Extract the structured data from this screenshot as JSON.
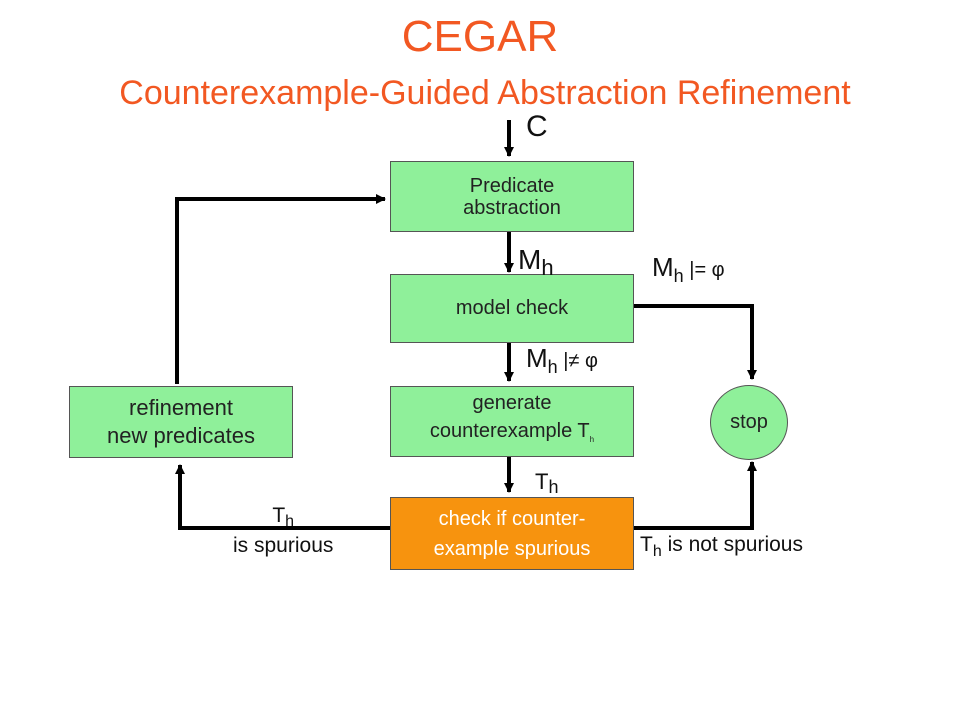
{
  "title": "CEGAR",
  "subtitle": "Counterexample-Guided Abstraction Refinement",
  "input_label": "C",
  "boxes": {
    "predicate_line1": "Predicate",
    "predicate_line2": "abstraction",
    "model_check": "model check",
    "generate_line1": "generate",
    "generate_line2": "counterexample T",
    "generate_sub": "h",
    "check_line1": "check if counter-",
    "check_line2": "example spurious",
    "refinement_line1": "refinement",
    "refinement_line2": "new predicates",
    "stop": "stop"
  },
  "edges": {
    "mh": "M",
    "mh_sub": "h",
    "mh_sat": "M",
    "mh_sat_sub": "h",
    "mh_sat_rel": " |= φ",
    "mh_unsat": "M",
    "mh_unsat_sub": "h",
    "mh_unsat_rel": " |≠ φ",
    "th": "T",
    "th_sub": "h",
    "spurious_T": "T",
    "spurious_sub": "h",
    "spurious_text": "is spurious",
    "not_spurious_T": "T",
    "not_spurious_sub": "h",
    "not_spurious_text": " is not spurious"
  }
}
